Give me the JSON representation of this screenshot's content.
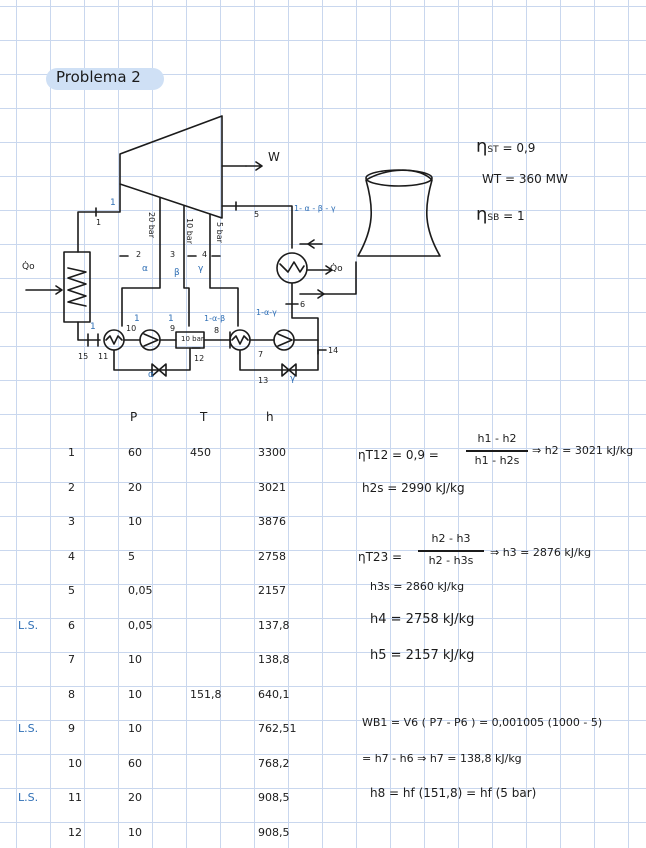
{
  "title": "Problema  2",
  "params": {
    "eta_st": "η",
    "eta_st_sub": "ST",
    "eta_st_val": "= 0,9",
    "wt": "WT",
    "wt_val": "= 360 MW",
    "eta_sb": "η",
    "eta_sb_sub": "SB",
    "eta_sb_val": "= 1"
  },
  "diagram": {
    "W": "W",
    "Q0": "Q̇o",
    "Qin": "Q̇o",
    "bleed_20": "20 bar",
    "bleed_10": "10 bar",
    "bleed_5": "5 bar",
    "alpha": "α",
    "beta": "β",
    "gamma": "γ",
    "frac_main": "1- α - β - γ",
    "frac_ab": "1-α-β",
    "frac_ag": "1-α-γ",
    "deaerator": "10 bar",
    "labels_black": [
      "1",
      "2",
      "3",
      "4",
      "5",
      "6",
      "7",
      "8",
      "9",
      "10",
      "11",
      "12",
      "13",
      "14",
      "15"
    ],
    "labels_blue": [
      "1",
      "1",
      "1",
      "1"
    ]
  },
  "table": {
    "headers": [
      "P",
      "T",
      "h"
    ],
    "rows": [
      {
        "ls": "",
        "state": "1",
        "p": "60",
        "t": "450",
        "h": "3300"
      },
      {
        "ls": "",
        "state": "2",
        "p": "20",
        "t": "",
        "h": "3021"
      },
      {
        "ls": "",
        "state": "3",
        "p": "10",
        "t": "",
        "h": "3876"
      },
      {
        "ls": "",
        "state": "4",
        "p": "5",
        "t": "",
        "h": "2758"
      },
      {
        "ls": "",
        "state": "5",
        "p": "0,05",
        "t": "",
        "h": "2157"
      },
      {
        "ls": "L.S.",
        "state": "6",
        "p": "0,05",
        "t": "",
        "h": "137,8"
      },
      {
        "ls": "",
        "state": "7",
        "p": "10",
        "t": "",
        "h": "138,8"
      },
      {
        "ls": "",
        "state": "8",
        "p": "10",
        "t": "151,8",
        "h": "640,1"
      },
      {
        "ls": "L.S.",
        "state": "9",
        "p": "10",
        "t": "",
        "h": "762,51"
      },
      {
        "ls": "",
        "state": "10",
        "p": "60",
        "t": "",
        "h": "768,2"
      },
      {
        "ls": "L.S.",
        "state": "11",
        "p": "20",
        "t": "",
        "h": "908,5"
      },
      {
        "ls": "",
        "state": "12",
        "p": "10",
        "t": "",
        "h": "908,5"
      }
    ]
  },
  "equations": {
    "eq1_lhs": "ηT12 = 0,9 =",
    "eq1_num": "h1 - h2",
    "eq1_den": "h1 - h2s",
    "eq1_rhs": "⇒ h2 = 3021 kJ/kg",
    "eq2": "h2s = 2990 kJ/kg",
    "eq3_lhs": "ηT23 =",
    "eq3_num": "h2 - h3",
    "eq3_den": "h2 - h3s",
    "eq3_rhs": "⇒ h3 = 2876 kJ/kg",
    "eq4": "h3s = 2860 kJ/kg",
    "eq5": "h4 = 2758 kJ/kg",
    "eq6": "h5 = 2157 kJ/kg",
    "eq7": "WB1 = V6 ( P7 - P6 ) = 0,001005 (1000 - 5)",
    "eq8": "= h7 - h6 ⇒ h7 = 138,8 kJ/kg",
    "eq9": "h8 = hf (151,8) = hf (5 bar)"
  }
}
